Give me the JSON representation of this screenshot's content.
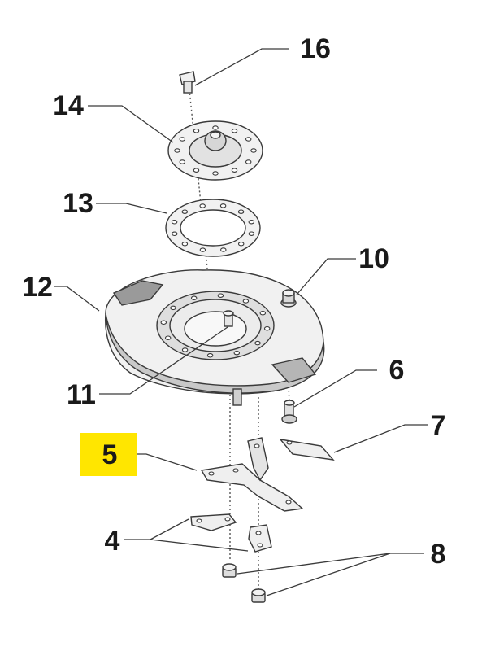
{
  "colors": {
    "highlight": "#ffe600",
    "part_fill": "#f1f1f1",
    "part_shade": "#c9c9c9",
    "part_dark": "#9a9a9a",
    "stroke": "#3a3a3a"
  },
  "callouts": [
    {
      "id": "16",
      "label": "16",
      "highlighted": false
    },
    {
      "id": "14",
      "label": "14",
      "highlighted": false
    },
    {
      "id": "13",
      "label": "13",
      "highlighted": false
    },
    {
      "id": "12",
      "label": "12",
      "highlighted": false
    },
    {
      "id": "10",
      "label": "10",
      "highlighted": false
    },
    {
      "id": "11",
      "label": "11",
      "highlighted": false
    },
    {
      "id": "6",
      "label": "6",
      "highlighted": false
    },
    {
      "id": "7",
      "label": "7",
      "highlighted": false
    },
    {
      "id": "5",
      "label": "5",
      "highlighted": true
    },
    {
      "id": "4",
      "label": "4",
      "highlighted": false
    },
    {
      "id": "8",
      "label": "8",
      "highlighted": false
    }
  ]
}
